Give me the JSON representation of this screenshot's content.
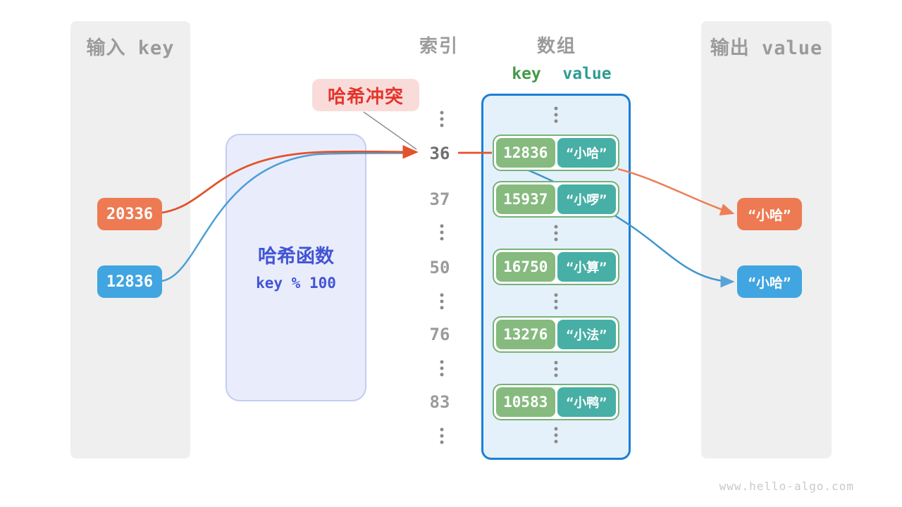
{
  "watermark": "www.hello-algo.com",
  "colors": {
    "input_key_1": "#ED7A52",
    "input_key_2": "#41A5E1",
    "array_key_box": "#86BA7F",
    "array_value_box": "#47AFA5",
    "array_border": "#1C7FD5",
    "hash_text": "#4355D4",
    "collision_text": "#E5342B",
    "key_header": "#449B48",
    "value_header": "#2E9C93"
  },
  "input_panel": {
    "title": "输入 key",
    "keys": [
      {
        "label": "20336"
      },
      {
        "label": "12836"
      }
    ]
  },
  "hash_function": {
    "name": "哈希函数",
    "formula": "key % 100"
  },
  "collision": {
    "label": "哈希冲突"
  },
  "index_column": {
    "title": "索引",
    "values": [
      "36",
      "37",
      "50",
      "76",
      "83"
    ]
  },
  "array": {
    "title": "数组",
    "key_header": "key",
    "value_header": "value",
    "rows": [
      {
        "key": "12836",
        "value": "“小哈”"
      },
      {
        "key": "15937",
        "value": "“小啰”"
      },
      {
        "key": "16750",
        "value": "“小算”"
      },
      {
        "key": "13276",
        "value": "“小法”"
      },
      {
        "key": "10583",
        "value": "“小鸭”"
      }
    ]
  },
  "output_panel": {
    "title": "输出 value",
    "values": [
      {
        "label": "“小哈”"
      },
      {
        "label": "“小哈”"
      }
    ]
  }
}
